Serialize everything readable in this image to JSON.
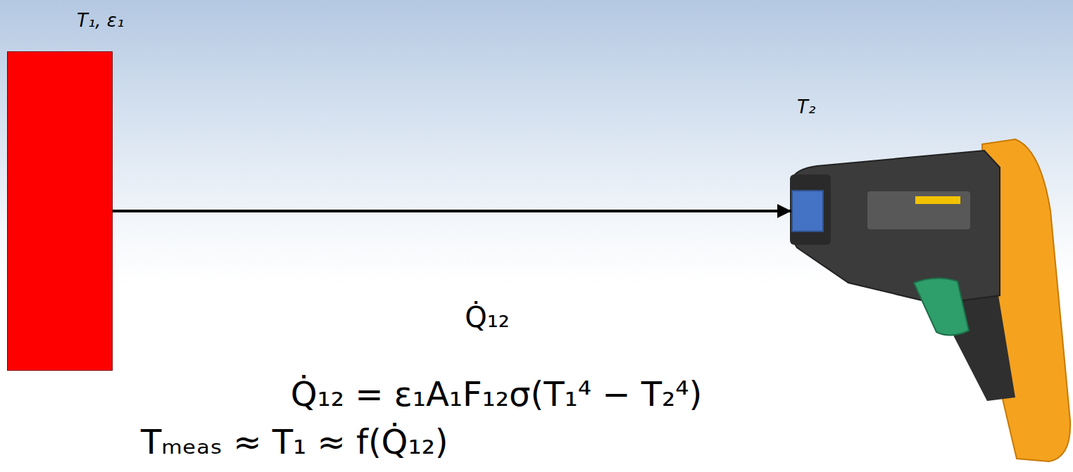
{
  "diagram": {
    "nodes": [
      {
        "text": [
          "T₁, ε₁"
        ]
      },
      {
        "text": [
          "T₂"
        ]
      }
    ],
    "edges": [
      {
        "from": 0,
        "to": 1,
        "arrow": "to",
        "label": "Q̇₁₂"
      }
    ],
    "labels": [
      "Q̇₁₂ = ε₁A₁F₁₂σ(T₁⁴ − T₂⁴)",
      "Tₘₑₐₛ ≈ T₁ ≈ f(Q̇₁₂)"
    ]
  }
}
